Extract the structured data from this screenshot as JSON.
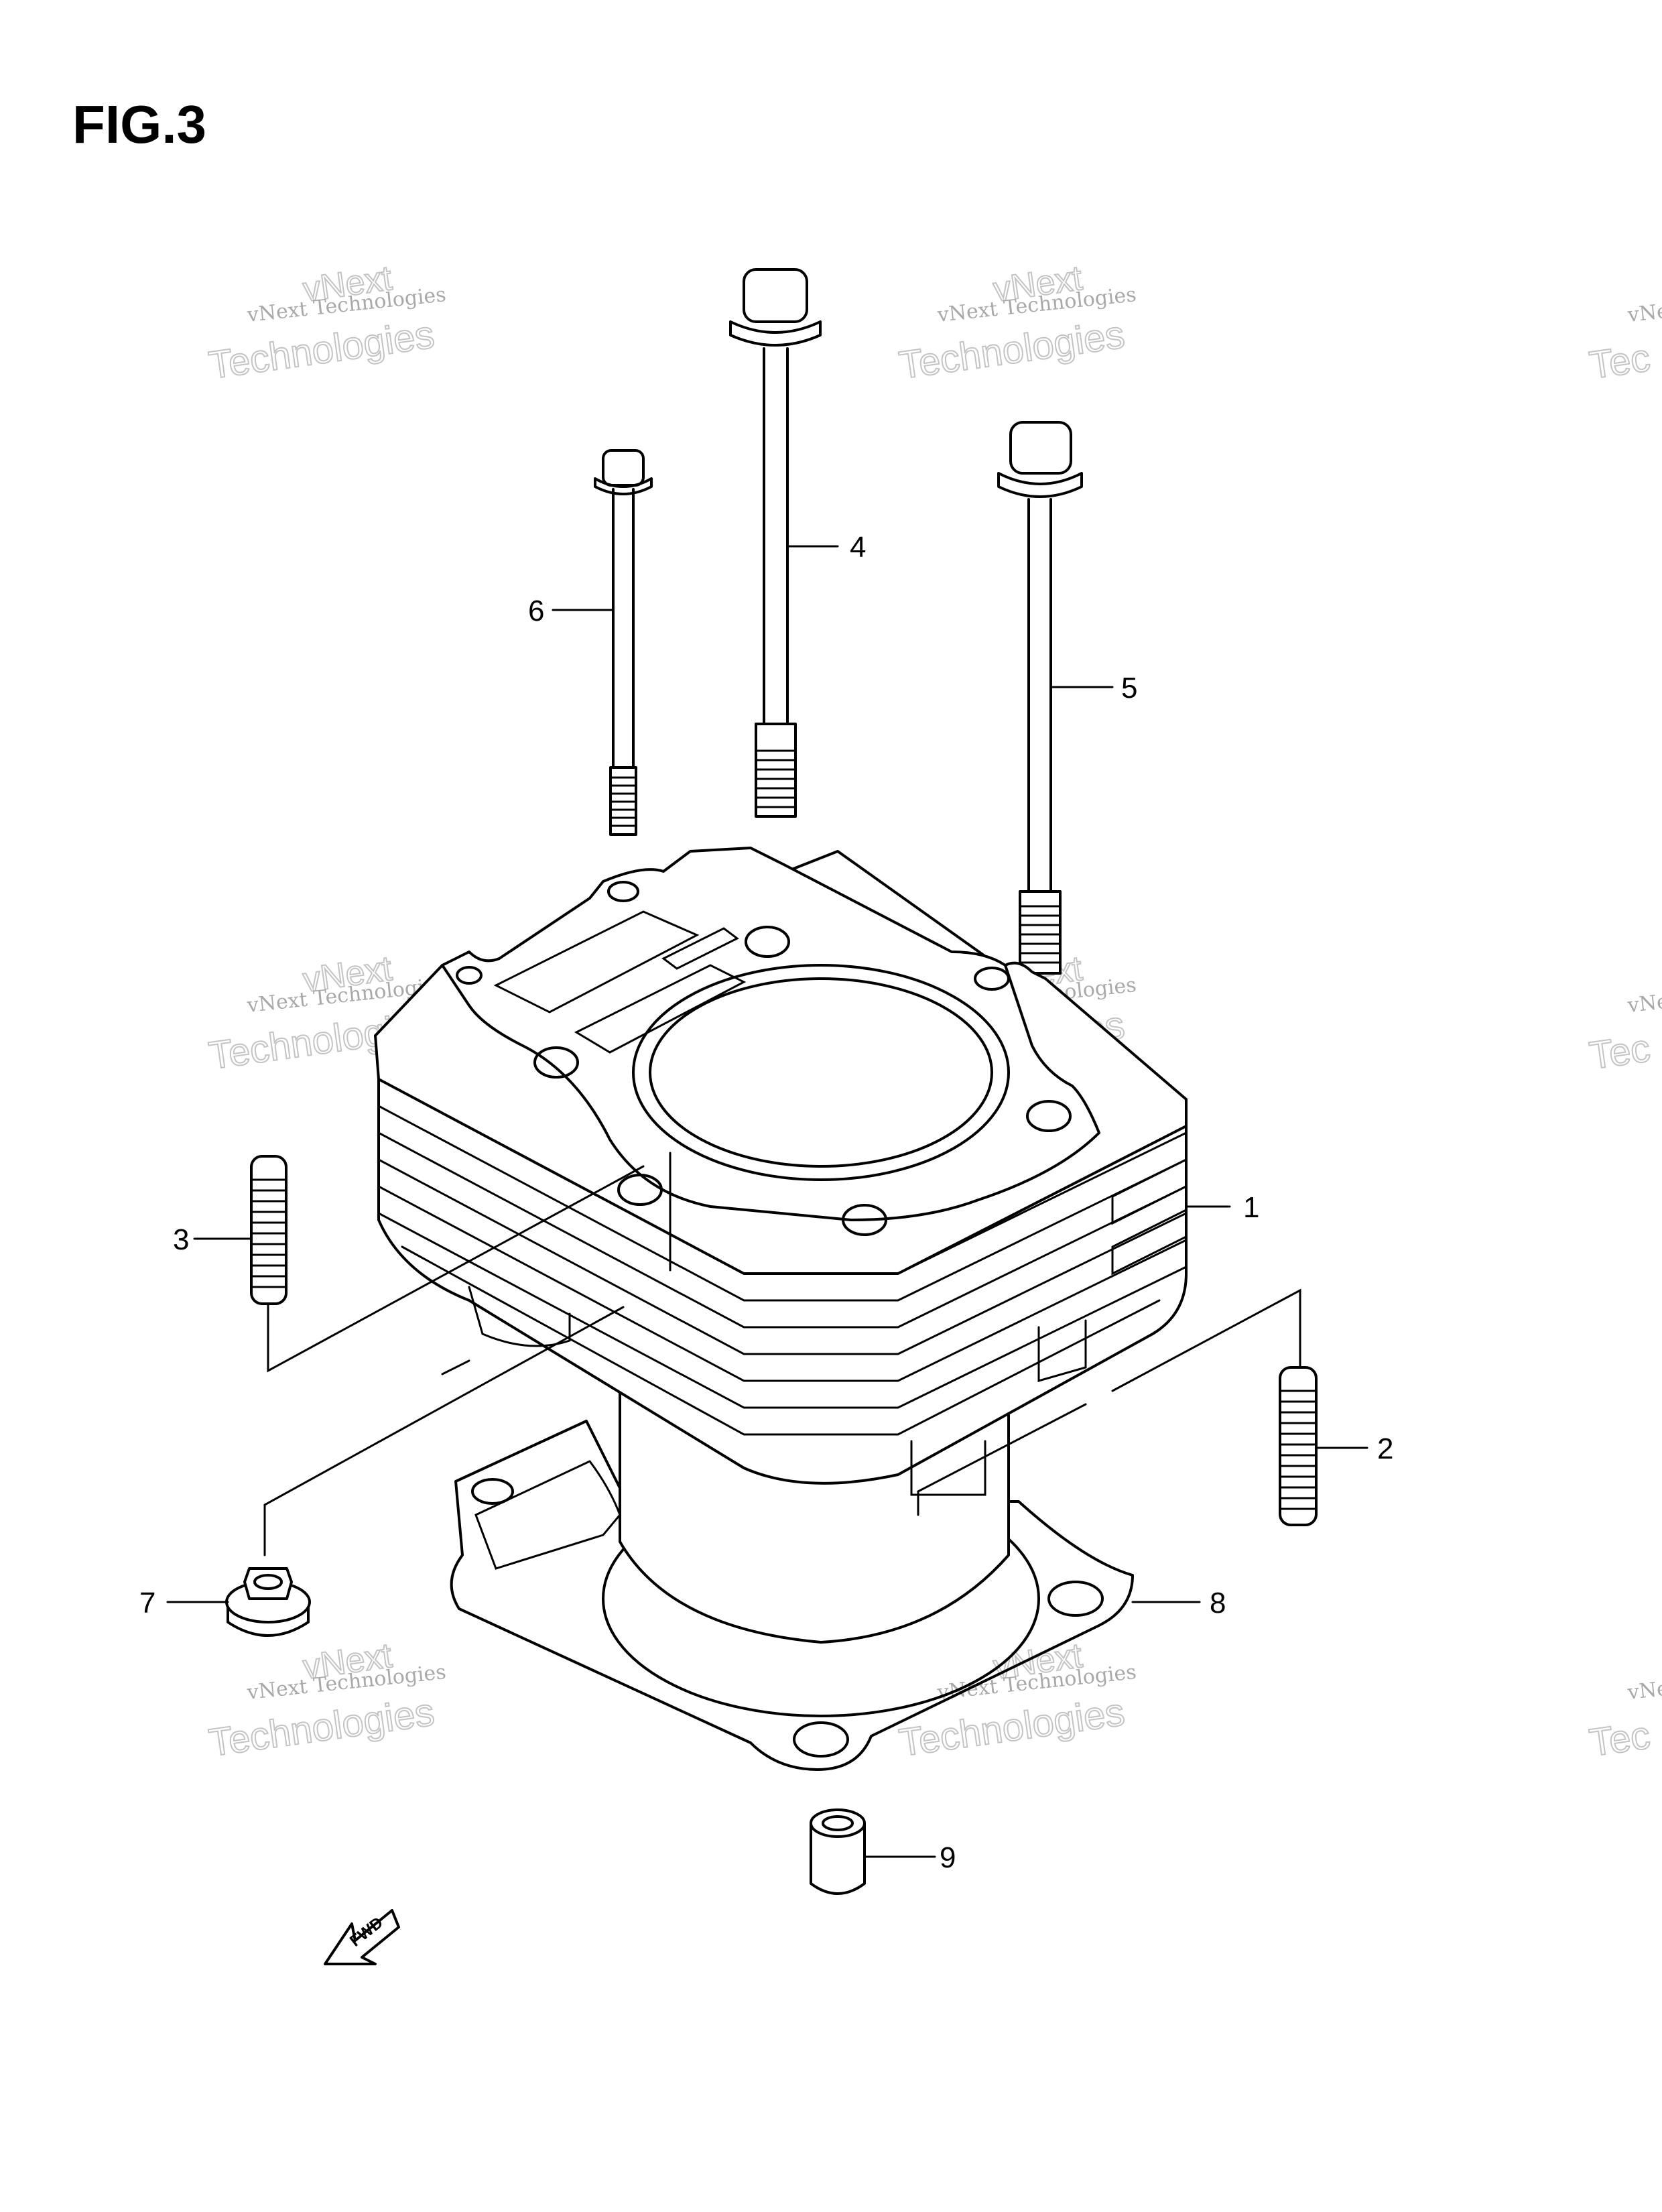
{
  "figure": {
    "title": "FIG.3",
    "direction_label": "FWD"
  },
  "callouts": [
    "1",
    "2",
    "3",
    "4",
    "5",
    "6",
    "7",
    "8",
    "9"
  ],
  "watermark": {
    "line1": "vNext Technologies",
    "line2": "vNext",
    "line3": "Technologies",
    "partial_line1": "vNe",
    "partial_line3": "Tec"
  },
  "colors": {
    "ink": "#000000",
    "watermark": "#a9a9a9",
    "background": "#ffffff"
  }
}
